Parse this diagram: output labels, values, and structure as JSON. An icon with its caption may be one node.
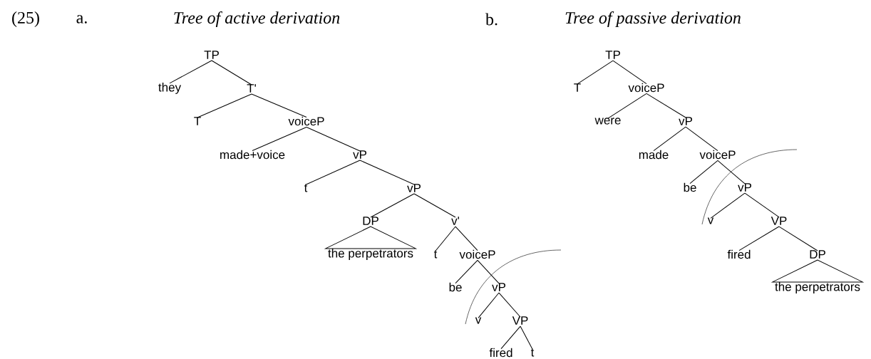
{
  "diagram": {
    "nodes": [
      {
        "text": [
          "TP"
        ]
      },
      {
        "text": [
          "they"
        ]
      },
      {
        "text": [
          "T'"
        ]
      },
      {
        "text": [
          "T"
        ]
      },
      {
        "text": [
          "voiceP"
        ]
      },
      {
        "text": [
          "made+voice"
        ]
      },
      {
        "text": [
          "vP"
        ]
      },
      {
        "text": [
          "t"
        ]
      },
      {
        "text": [
          "vP"
        ]
      },
      {
        "text": [
          "DP"
        ]
      },
      {
        "text": [
          "v'"
        ]
      },
      {
        "text": [
          "the perpetrators"
        ]
      },
      {
        "text": [
          "t"
        ]
      },
      {
        "text": [
          "voiceP"
        ]
      },
      {
        "text": [
          "be"
        ]
      },
      {
        "text": [
          "vP"
        ]
      },
      {
        "text": [
          "v"
        ]
      },
      {
        "text": [
          "VP"
        ]
      },
      {
        "text": [
          "fired"
        ]
      },
      {
        "text": [
          "t"
        ]
      },
      {
        "text": [
          "TP"
        ]
      },
      {
        "text": [
          "T"
        ]
      },
      {
        "text": [
          "voiceP"
        ]
      },
      {
        "text": [
          "were"
        ]
      },
      {
        "text": [
          "vP"
        ]
      },
      {
        "text": [
          "made"
        ]
      },
      {
        "text": [
          "voiceP"
        ]
      },
      {
        "text": [
          "be"
        ]
      },
      {
        "text": [
          "vP"
        ]
      },
      {
        "text": [
          "v"
        ]
      },
      {
        "text": [
          "VP"
        ]
      },
      {
        "text": [
          "fired"
        ]
      },
      {
        "text": [
          "DP"
        ]
      },
      {
        "text": [
          "the perpetrators"
        ]
      }
    ],
    "edges": [
      {
        "from": 0,
        "to": 1,
        "arrow": "none"
      },
      {
        "from": 0,
        "to": 2,
        "arrow": "none"
      },
      {
        "from": 2,
        "to": 3,
        "arrow": "none"
      },
      {
        "from": 2,
        "to": 4,
        "arrow": "none"
      },
      {
        "from": 4,
        "to": 5,
        "arrow": "none"
      },
      {
        "from": 4,
        "to": 6,
        "arrow": "none"
      },
      {
        "from": 6,
        "to": 7,
        "arrow": "none"
      },
      {
        "from": 6,
        "to": 8,
        "arrow": "none"
      },
      {
        "from": 8,
        "to": 9,
        "arrow": "none"
      },
      {
        "from": 8,
        "to": 10,
        "arrow": "none"
      },
      {
        "from": 9,
        "to": 11,
        "arrow": "none"
      },
      {
        "from": 10,
        "to": 12,
        "arrow": "none"
      },
      {
        "from": 10,
        "to": 13,
        "arrow": "none"
      },
      {
        "from": 13,
        "to": 14,
        "arrow": "none"
      },
      {
        "from": 13,
        "to": 15,
        "arrow": "none"
      },
      {
        "from": 15,
        "to": 16,
        "arrow": "none"
      },
      {
        "from": 15,
        "to": 17,
        "arrow": "none"
      },
      {
        "from": 17,
        "to": 18,
        "arrow": "none"
      },
      {
        "from": 17,
        "to": 19,
        "arrow": "none"
      },
      {
        "from": 20,
        "to": 21,
        "arrow": "none"
      },
      {
        "from": 20,
        "to": 22,
        "arrow": "none"
      },
      {
        "from": 22,
        "to": 23,
        "arrow": "none"
      },
      {
        "from": 22,
        "to": 24,
        "arrow": "none"
      },
      {
        "from": 24,
        "to": 25,
        "arrow": "none"
      },
      {
        "from": 24,
        "to": 26,
        "arrow": "none"
      },
      {
        "from": 26,
        "to": 27,
        "arrow": "none"
      },
      {
        "from": 26,
        "to": 28,
        "arrow": "none"
      },
      {
        "from": 28,
        "to": 29,
        "arrow": "none"
      },
      {
        "from": 28,
        "to": 30,
        "arrow": "none"
      },
      {
        "from": 30,
        "to": 31,
        "arrow": "none"
      },
      {
        "from": 30,
        "to": 32,
        "arrow": "none"
      },
      {
        "from": 32,
        "to": 33,
        "arrow": "none"
      }
    ],
    "labels": [
      "(25)",
      "a.",
      "Tree of active derivation",
      "b.",
      "Tree of passive derivation"
    ]
  }
}
